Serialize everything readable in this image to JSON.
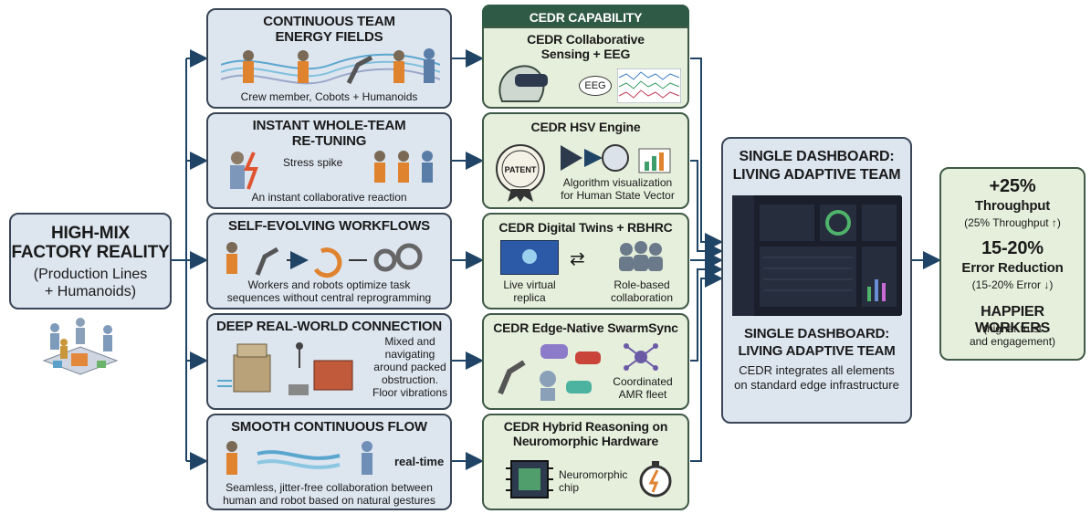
{
  "left": {
    "title_l1": "HIGH-MIX",
    "title_l2": "FACTORY REALITY",
    "sub_l1": "(Production Lines",
    "sub_l2": "+ Humanoids)"
  },
  "problems": [
    {
      "title_l1": "CONTINUOUS TEAM",
      "title_l2": "ENERGY FIELDS",
      "caption": "Crew member, Cobots + Humanoids"
    },
    {
      "title_l1": "INSTANT WHOLE-TEAM",
      "title_l2": "RE-TUNING",
      "label": "Stress spike",
      "caption": "An instant collaborative reaction"
    },
    {
      "title_l1": "SELF-EVOLVING WORKFLOWS",
      "caption_l1": "Workers and robots optimize task",
      "caption_l2": "sequences without central reprogramming"
    },
    {
      "title_l1": "DEEP REAL-WORLD CONNECTION",
      "side_l1": "Mixed and",
      "side_l2": "navigating",
      "side_l3": "around packed",
      "side_l4": "obstruction.",
      "side_l5": "Floor vibrations"
    },
    {
      "title_l1": "SMOOTH CONTINUOUS FLOW",
      "label": "real-time",
      "caption_l1": "Seamless, jitter-free collaboration between",
      "caption_l2": "human and robot based on natural gestures"
    }
  ],
  "capability_header": "CEDR CAPABILITY",
  "capabilities": [
    {
      "title_l1": "CEDR Collaborative",
      "title_l2": "Sensing + EEG",
      "label": "EEG"
    },
    {
      "title_l1": "CEDR HSV Engine",
      "badge": "PATENT",
      "caption_l1": "Algorithm visualization",
      "caption_l2": "for Human State Vector"
    },
    {
      "title_l1": "CEDR Digital Twins + RBHRC",
      "left_l1": "Live virtual",
      "left_l2": "replica",
      "right_l1": "Role-based",
      "right_l2": "collaboration"
    },
    {
      "title_l1": "CEDR Edge-Native SwarmSync",
      "caption_l1": "Coordinated",
      "caption_l2": "AMR fleet"
    },
    {
      "title_l1": "CEDR Hybrid Reasoning on",
      "title_l2": "Neuromorphic Hardware",
      "chip_l1": "Neuromorphic",
      "chip_l2": "chip"
    }
  ],
  "dashboard": {
    "title_l1": "SINGLE DASHBOARD:",
    "title_l2": "LIVING ADAPTIVE TEAM",
    "sub_l1": "SINGLE DASHBOARD:",
    "sub_l2": "LIVING ADAPTIVE TEAM",
    "desc_l1": "CEDR integrates all elements",
    "desc_l2": "on standard edge infrastructure"
  },
  "results": {
    "r1_value": "+25%",
    "r1_label": "Throughput",
    "r1_note": "(25% Throughput ↑)",
    "r2_value": "15-20%",
    "r2_label": "Error Reduction",
    "r2_note": "(15-20% Error ↓)",
    "r3_label": "HAPPIER WORKERS",
    "r3_note_l1": "(higher trust",
    "r3_note_l2": "and engagement)"
  },
  "colors": {
    "blue_box": "#dde5ef",
    "green_box": "#e6efdc",
    "header_green": "#2f5a45",
    "border": "#3a4656",
    "arrow": "#1f4466"
  }
}
